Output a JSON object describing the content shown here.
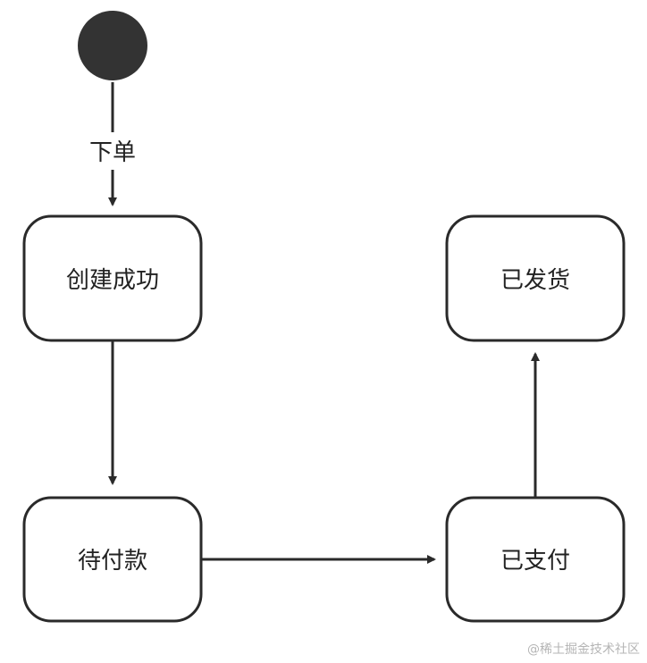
{
  "diagram": {
    "start_label": "",
    "states": [
      {
        "id": "created",
        "label": "创建成功"
      },
      {
        "id": "pending_payment",
        "label": "待付款"
      },
      {
        "id": "paid",
        "label": "已支付"
      },
      {
        "id": "shipped",
        "label": "已发货"
      }
    ],
    "transitions": [
      {
        "from": "start",
        "to": "created",
        "label": "下单"
      },
      {
        "from": "created",
        "to": "pending_payment",
        "label": ""
      },
      {
        "from": "pending_payment",
        "to": "paid",
        "label": ""
      },
      {
        "from": "paid",
        "to": "shipped",
        "label": ""
      }
    ]
  },
  "watermark": "@稀土掘金技术社区",
  "colors": {
    "line": "#2a2a2a",
    "start_node": "#333333",
    "box_fill": "#ffffff",
    "text": "#222222",
    "watermark": "#b5b5b5"
  }
}
